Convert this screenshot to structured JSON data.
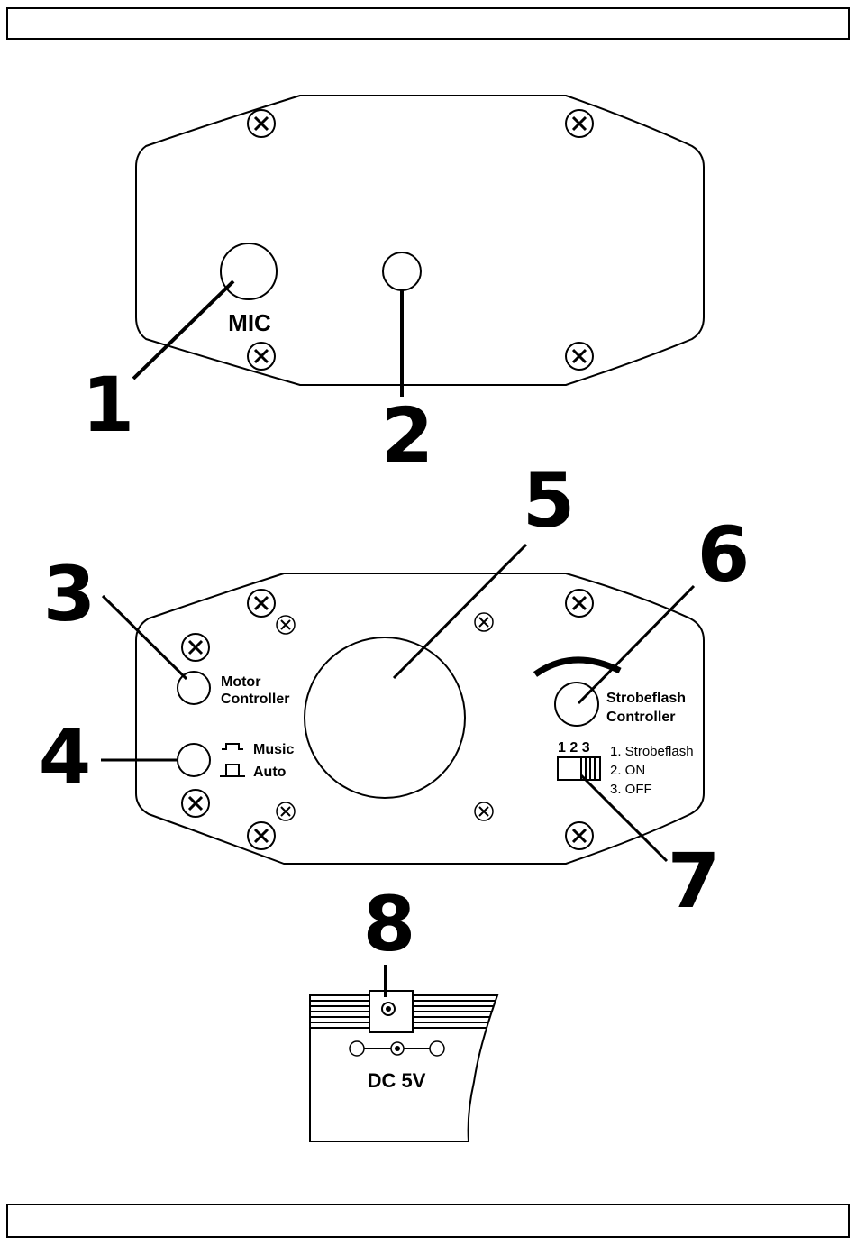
{
  "callouts": [
    "1",
    "2",
    "3",
    "4",
    "5",
    "6",
    "7",
    "8"
  ],
  "top_panel": {
    "mic_label": "MIC"
  },
  "bottom_panel": {
    "motor_label_1": "Motor",
    "motor_label_2": "Controller",
    "mode_music": "Music",
    "mode_auto": "Auto",
    "strobe_label_1": "Strobeflash",
    "strobe_label_2": "Controller",
    "switch_numbers": "1 2 3",
    "switch_options": [
      "1. Strobeflash",
      "2. ON",
      "3. OFF"
    ]
  },
  "power_panel": {
    "dc_label": "DC 5V"
  }
}
